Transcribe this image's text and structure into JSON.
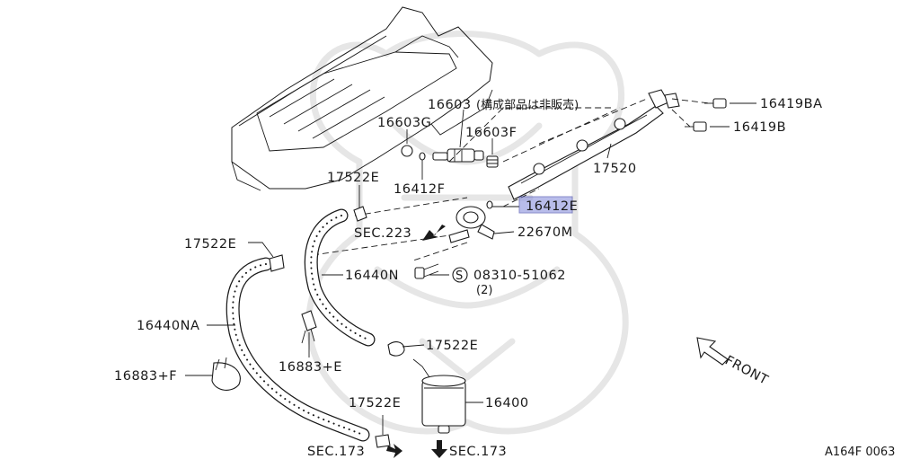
{
  "labels": {
    "p16603": "16603",
    "p16603_note": "(構成部品は非販売)",
    "p16603G": "16603G",
    "p16603F": "16603F",
    "p16412F": "16412F",
    "p16419BA": "16419BA",
    "p16419B": "16419B",
    "p17520": "17520",
    "p17522E_top": "17522E",
    "p17522E_left": "17522E",
    "p16412E": "16412E",
    "sec223": "SEC.223",
    "p22670M": "22670M",
    "p16440N": "16440N",
    "p08310_51062": "08310-51062",
    "qty_2": "(2)",
    "s_mark": "S",
    "p16440NA": "16440NA",
    "p17522E_mid": "17522E",
    "p16883E": "16883+E",
    "p16883F": "16883+F",
    "p16400": "16400",
    "p17522E_bottom": "17522E",
    "sec173_left": "SEC.173",
    "sec173_right": "SEC.173",
    "front": "FRONT",
    "diagram_code": "A164F 0063"
  },
  "highlight": {
    "part": "16412E",
    "color": "#8a90dd"
  }
}
